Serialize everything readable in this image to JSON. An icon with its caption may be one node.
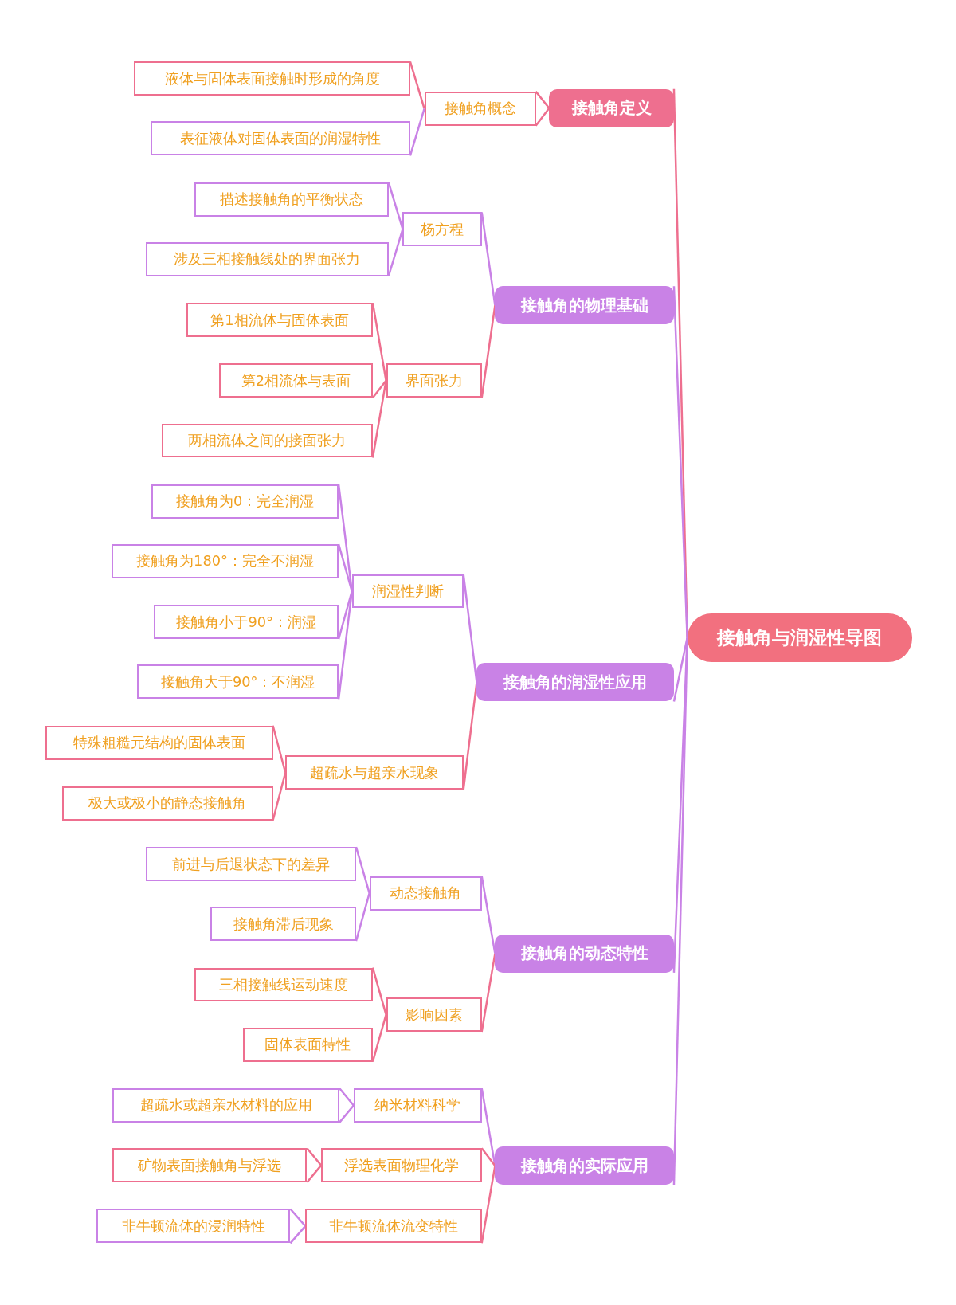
{
  "diagram": {
    "nodes": [
      {
        "text": [
          "接触角与润湿性导图"
        ]
      },
      {
        "text": [
          "接触角定义"
        ]
      },
      {
        "text": [
          "接触角概念"
        ]
      },
      {
        "text": [
          "液体与固体表面接触时形成的角度"
        ]
      },
      {
        "text": [
          "表征液体对固体表面的润湿特性"
        ]
      },
      {
        "text": [
          "接触角的物理基础"
        ]
      },
      {
        "text": [
          "杨方程"
        ]
      },
      {
        "text": [
          "描述接触角的平衡状态"
        ]
      },
      {
        "text": [
          "涉及三相接触线处的界面张力"
        ]
      },
      {
        "text": [
          "界面张力"
        ]
      },
      {
        "text": [
          "第1相流体与固体表面"
        ]
      },
      {
        "text": [
          "第2相流体与表面"
        ]
      },
      {
        "text": [
          "两相流体之间的接面张力"
        ]
      },
      {
        "text": [
          "接触角的润湿性应用"
        ]
      },
      {
        "text": [
          "润湿性判断"
        ]
      },
      {
        "text": [
          "接触角为0：完全润湿"
        ]
      },
      {
        "text": [
          "接触角为180°：完全不润湿"
        ]
      },
      {
        "text": [
          "接触角小于90°：润湿"
        ]
      },
      {
        "text": [
          "接触角大于90°：不润湿"
        ]
      },
      {
        "text": [
          "超疏水与超亲水现象"
        ]
      },
      {
        "text": [
          "特殊粗糙元结构的固体表面"
        ]
      },
      {
        "text": [
          "极大或极小的静态接触角"
        ]
      },
      {
        "text": [
          "接触角的动态特性"
        ]
      },
      {
        "text": [
          "动态接触角"
        ]
      },
      {
        "text": [
          "前进与后退状态下的差异"
        ]
      },
      {
        "text": [
          "接触角滞后现象"
        ]
      },
      {
        "text": [
          "影响因素"
        ]
      },
      {
        "text": [
          "三相接触线运动速度"
        ]
      },
      {
        "text": [
          "固体表面特性"
        ]
      },
      {
        "text": [
          "接触角的实际应用"
        ]
      },
      {
        "text": [
          "纳米材料科学"
        ]
      },
      {
        "text": [
          "超疏水或超亲水材料的应用"
        ]
      },
      {
        "text": [
          "浮选表面物理化学"
        ]
      },
      {
        "text": [
          "矿物表面接触角与浮选"
        ]
      },
      {
        "text": [
          "非牛顿流体流变特性"
        ]
      },
      {
        "text": [
          "非牛顿流体的浸润特性"
        ]
      }
    ],
    "edges": [
      {
        "from": 0,
        "to": 1,
        "arrow": "none",
        "color": "#ee6f8f"
      },
      {
        "from": 1,
        "to": 2,
        "arrow": "none",
        "color": "#ee6f8f"
      },
      {
        "from": 2,
        "to": 3,
        "arrow": "none",
        "color": "#ee6f8f"
      },
      {
        "from": 2,
        "to": 4,
        "arrow": "none"
      },
      {
        "from": 0,
        "to": 5,
        "arrow": "none"
      },
      {
        "from": 5,
        "to": 6,
        "arrow": "none"
      },
      {
        "from": 6,
        "to": 7,
        "arrow": "none"
      },
      {
        "from": 6,
        "to": 8,
        "arrow": "none"
      },
      {
        "from": 5,
        "to": 9,
        "arrow": "none",
        "color": "#ee6f8f"
      },
      {
        "from": 9,
        "to": 10,
        "arrow": "none",
        "color": "#ee6f8f"
      },
      {
        "from": 9,
        "to": 11,
        "arrow": "none",
        "color": "#ee6f8f"
      },
      {
        "from": 9,
        "to": 12,
        "arrow": "none",
        "color": "#ee6f8f"
      },
      {
        "from": 0,
        "to": 13,
        "arrow": "none"
      },
      {
        "from": 13,
        "to": 14,
        "arrow": "none"
      },
      {
        "from": 14,
        "to": 15,
        "arrow": "none"
      },
      {
        "from": 14,
        "to": 16,
        "arrow": "none"
      },
      {
        "from": 14,
        "to": 17,
        "arrow": "none"
      },
      {
        "from": 14,
        "to": 18,
        "arrow": "none"
      },
      {
        "from": 13,
        "to": 19,
        "arrow": "none",
        "color": "#ee6f8f"
      },
      {
        "from": 19,
        "to": 20,
        "arrow": "none",
        "color": "#ee6f8f"
      },
      {
        "from": 19,
        "to": 21,
        "arrow": "none",
        "color": "#ee6f8f"
      },
      {
        "from": 0,
        "to": 22,
        "arrow": "none"
      },
      {
        "from": 22,
        "to": 23,
        "arrow": "none"
      },
      {
        "from": 23,
        "to": 24,
        "arrow": "none"
      },
      {
        "from": 23,
        "to": 25,
        "arrow": "none"
      },
      {
        "from": 22,
        "to": 26,
        "arrow": "none",
        "color": "#ee6f8f"
      },
      {
        "from": 26,
        "to": 27,
        "arrow": "none",
        "color": "#ee6f8f"
      },
      {
        "from": 26,
        "to": 28,
        "arrow": "none",
        "color": "#ee6f8f"
      },
      {
        "from": 0,
        "to": 29,
        "arrow": "none"
      },
      {
        "from": 29,
        "to": 30,
        "arrow": "none"
      },
      {
        "from": 30,
        "to": 31,
        "arrow": "none"
      },
      {
        "from": 29,
        "to": 32,
        "arrow": "none",
        "color": "#ee6f8f"
      },
      {
        "from": 32,
        "to": 33,
        "arrow": "none",
        "color": "#ee6f8f"
      },
      {
        "from": 29,
        "to": 34,
        "arrow": "none",
        "color": "#ee6f8f"
      },
      {
        "from": 34,
        "to": 35,
        "arrow": "none"
      }
    ]
  }
}
